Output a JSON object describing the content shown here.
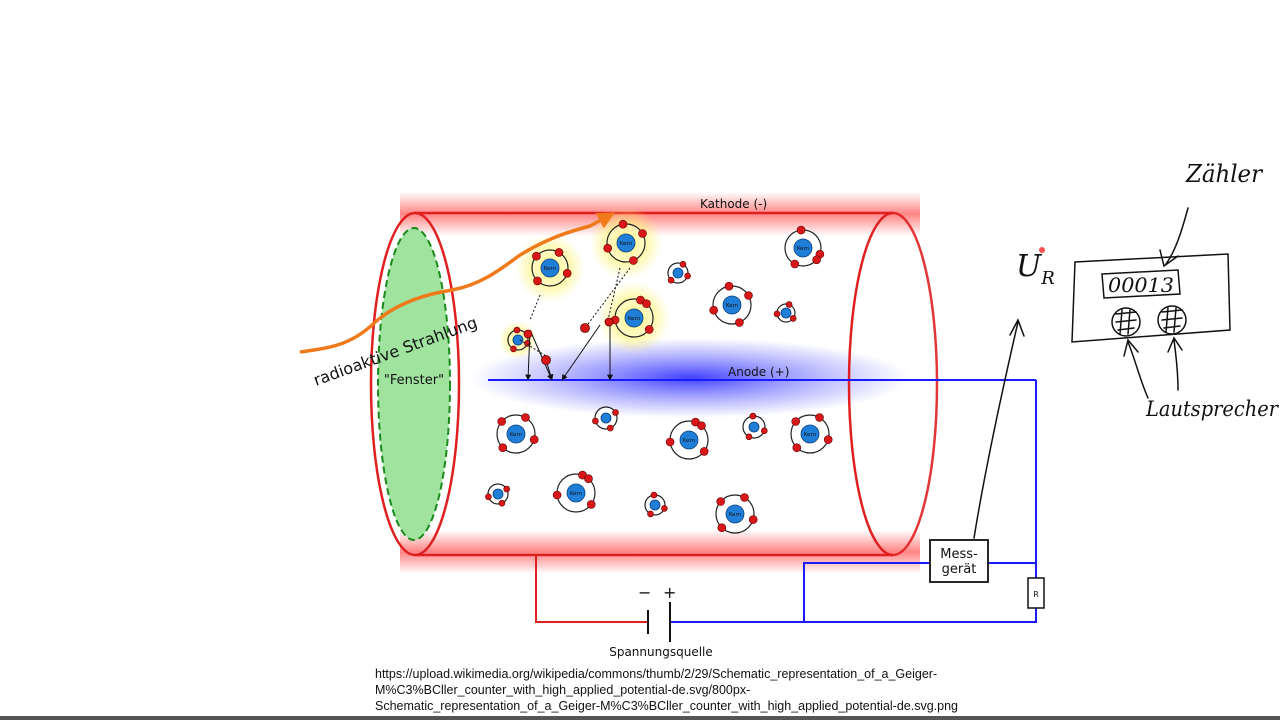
{
  "diagram": {
    "labels": {
      "cathode": "Kathode (-)",
      "anode": "Anode (+)",
      "window": "\"Fenster\"",
      "radiation": "radioaktive Strahlung",
      "meter_line1": "Mess-",
      "meter_line2": "gerät",
      "resistor": "R",
      "power_source": "Spannungsquelle",
      "minus": "−",
      "plus": "+",
      "nucleus": "Kern"
    },
    "colors": {
      "cathode": "#e02020",
      "anode": "#1a1aff",
      "window_fill": "#9fe39f",
      "window_stroke": "#1a8a1a",
      "radiation": "#f07a1a",
      "nucleus": "#1f7fd8",
      "electron": "#d81818"
    }
  },
  "handwriting": {
    "counter_label": "Zähler",
    "counter_value": "00013",
    "loudspeaker_label": "Lautsprecher",
    "voltage_symbol": "U",
    "voltage_subscript": "R"
  },
  "caption": {
    "line1": "https://upload.wikimedia.org/wikipedia/commons/thumb/2/29/Schematic_representation_of_a_Geiger-",
    "line2": "M%C3%BCller_counter_with_high_applied_potential-de.svg/800px-",
    "line3": "Schematic_representation_of_a_Geiger-M%C3%BCller_counter_with_high_applied_potential-de.svg.png"
  }
}
